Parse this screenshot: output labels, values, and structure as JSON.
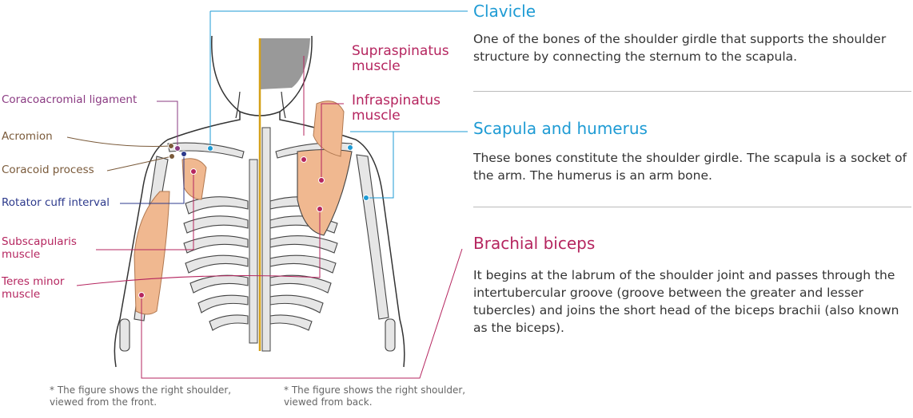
{
  "labels": {
    "coracoacromial": "Coracoacromial ligament",
    "acromion": "Acromion",
    "coracoid": "Coracoid process",
    "rotator": "Rotator cuff interval",
    "subscapularis": "Subscapularis\nmuscle",
    "teres": "Teres minor\nmuscle",
    "supraspinatus": "Supraspinatus\nmuscle",
    "infraspinatus": "Infraspinatus\nmuscle"
  },
  "notes": {
    "front": "* The figure shows the right shoulder,\n   viewed from the front.",
    "back": "* The figure shows the right shoulder,\n   viewed from back."
  },
  "sections": [
    {
      "title": "Clavicle",
      "body": "One of the bones of the shoulder girdle that supports the shoulder structure by connecting the sternum to the scapula."
    },
    {
      "title": "Scapula and humerus",
      "body": "These bones constitute the shoulder girdle. The scapula is a socket of the arm. The humerus is an arm bone."
    },
    {
      "title": "Brachial biceps",
      "body": "It begins at the labrum of the shoulder joint and passes through the intertubercular groove (groove between the greater and lesser tubercles) and joins the short head of the biceps brachii (also known as the biceps)."
    }
  ],
  "colors": {
    "cyan": "#1e9bd4",
    "crimson": "#b5255f",
    "purple": "#8a3a82",
    "navy": "#2d3a8c",
    "brown": "#7a5a3a",
    "muscle": "#f0b890",
    "divider": "#d4a017"
  }
}
